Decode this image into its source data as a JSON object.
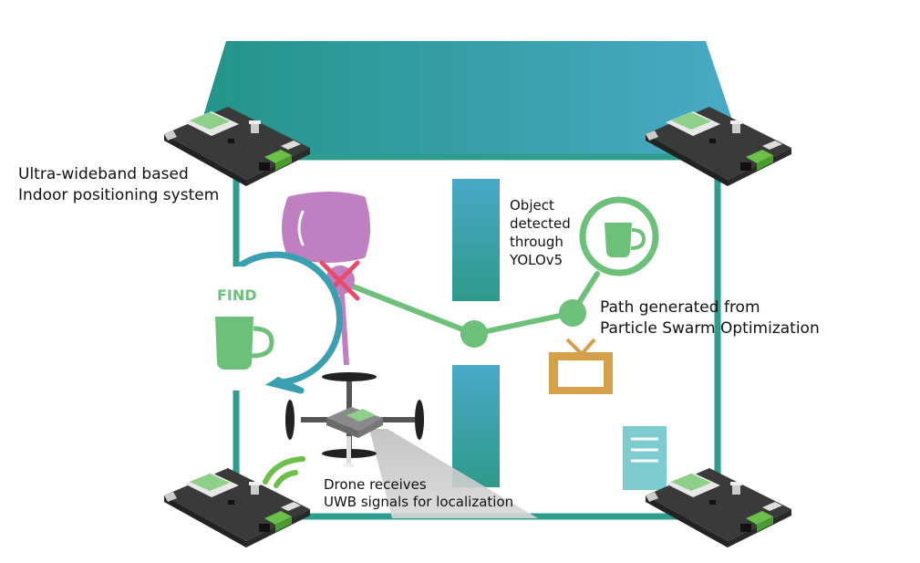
{
  "labels": {
    "uwb_system": [
      "Ultra-wideband based",
      "Indoor positioning system"
    ],
    "object_detected": [
      "Object",
      "detected",
      "through",
      "YOLOv5"
    ],
    "path_generated": [
      "Path generated from",
      "Particle Swarm Optimization"
    ],
    "drone_receives": [
      "Drone receives",
      "UWB signals for localization"
    ],
    "find": "FIND"
  },
  "colors": {
    "roof": "#2a9d8c",
    "wall": "#2e9d8e",
    "wall_obstacle": "#4aa8c4",
    "path": "#6cc07a",
    "pillow": "#c07fc0",
    "cross": "#e84a6a",
    "bubble_blue": "#3a9fb0",
    "tv": "#d4a04a",
    "doc": "#7cccd0",
    "board": "#3a3a3a",
    "module": "#8ed08a"
  },
  "icons": [
    "uwb-anchor-board-icon",
    "pillow-icon",
    "cross-icon",
    "cup-icon",
    "tv-icon",
    "document-icon",
    "drone-icon",
    "signal-waves-icon"
  ]
}
